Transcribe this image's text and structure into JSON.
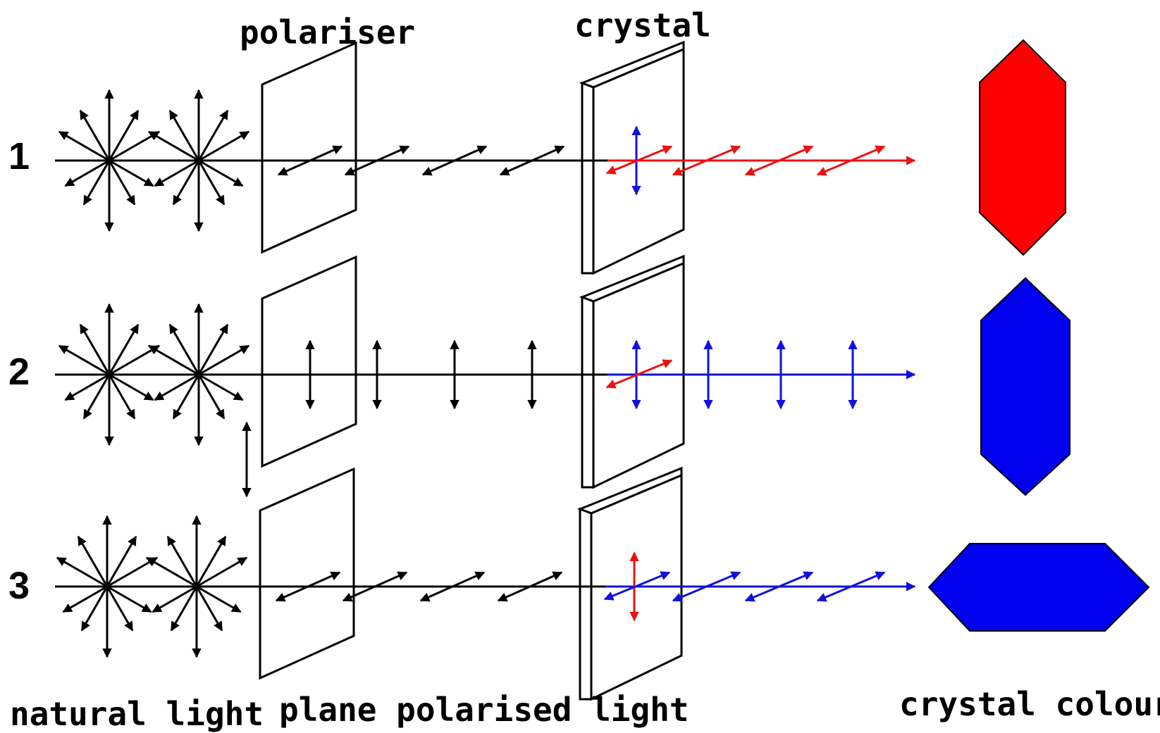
{
  "labels": {
    "polariser": "polariser",
    "crystal": "crystal",
    "natural_light": "natural light",
    "plane_polarised_light": "plane polarised light",
    "crystal_colour": "crystal colour"
  },
  "rows": [
    {
      "number": "1",
      "polariser_axis": "diagonal",
      "light_color": "red",
      "crystal_shape": "vertical-hexagon",
      "crystal_color": "#ff0000"
    },
    {
      "number": "2",
      "polariser_axis": "vertical",
      "light_color": "blue",
      "crystal_shape": "vertical-hexagon",
      "crystal_color": "#0000ee"
    },
    {
      "number": "3",
      "polariser_axis": "diagonal",
      "light_color": "blue",
      "crystal_shape": "horizontal-hexagon",
      "crystal_color": "#0000ee"
    }
  ],
  "colors": {
    "red": "#ee1111",
    "blue": "#1111dd",
    "black": "#000000"
  }
}
